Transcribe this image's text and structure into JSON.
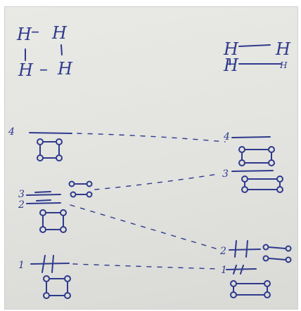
{
  "structures": {
    "square": {
      "top_left": "H",
      "top_right": "H",
      "bottom_left": "H",
      "bottom_right": "H",
      "bond": "–"
    },
    "two_molecules": {
      "top_left": "H",
      "top_right": "H",
      "bottom_left": "H",
      "bottom_right": "H"
    }
  },
  "levels": {
    "left": [
      "4",
      "3",
      "2",
      "1"
    ],
    "right": [
      "4",
      "3",
      "2",
      "1"
    ]
  },
  "ink_color": "#2e3a8c"
}
